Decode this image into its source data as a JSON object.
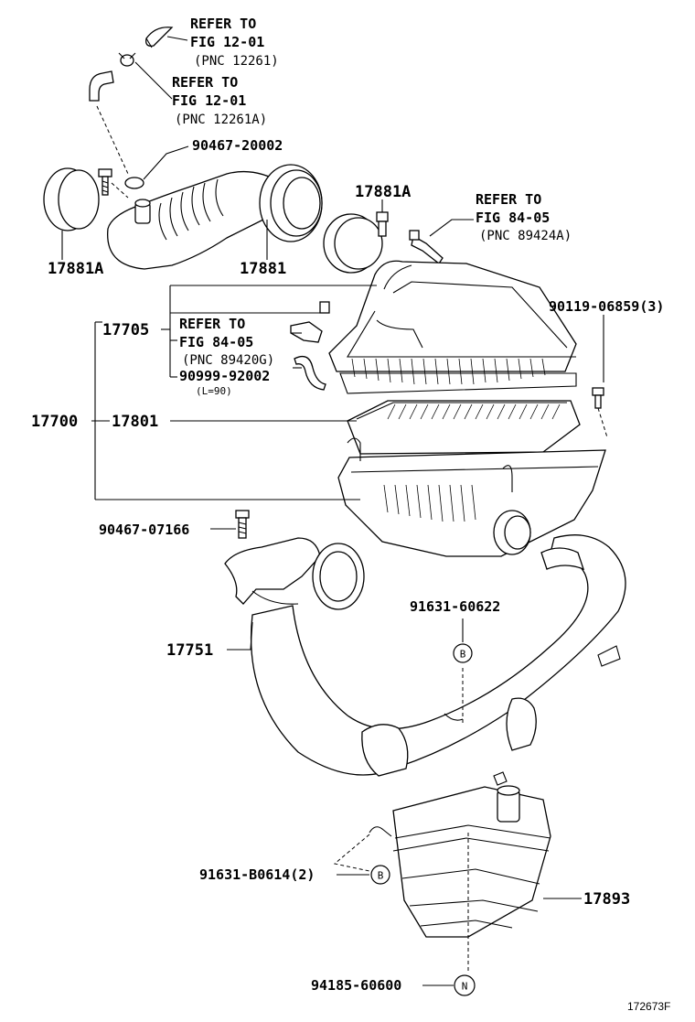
{
  "figure_id": "172673F",
  "callouts": {
    "refer_12_01_a": {
      "l1": "REFER TO",
      "l2": "FIG 12-01",
      "l3": "(PNC 12261)"
    },
    "refer_12_01_b": {
      "l1": "REFER TO",
      "l2": "FIG 12-01",
      "l3": "(PNC 12261A)"
    },
    "refer_84_05_a": {
      "l1": "REFER TO",
      "l2": "FIG 84-05",
      "l3": "(PNC 89424A)"
    },
    "refer_84_05_b": {
      "l1": "REFER TO",
      "l2": "FIG 84-05",
      "l3": "(PNC 89420G)"
    }
  },
  "parts": {
    "p90467_20002": "90467-20002",
    "p17881A_left": "17881A",
    "p17881": "17881",
    "p17881A_right": "17881A",
    "p90119_06859": "90119-06859(3)",
    "p17705": "17705",
    "p90999_92002": "90999-92002",
    "p90999_note": "(L=90)",
    "p17700": "17700",
    "p17801": "17801",
    "p90467_07166": "90467-07166",
    "p91631_60622": "91631-60622",
    "p17751": "17751",
    "p91631_B0614": "91631-B0614(2)",
    "p17893": "17893",
    "p94185_60600": "94185-60600"
  },
  "markers": {
    "b_upper": "B",
    "b_lower": "B",
    "n": "N"
  }
}
